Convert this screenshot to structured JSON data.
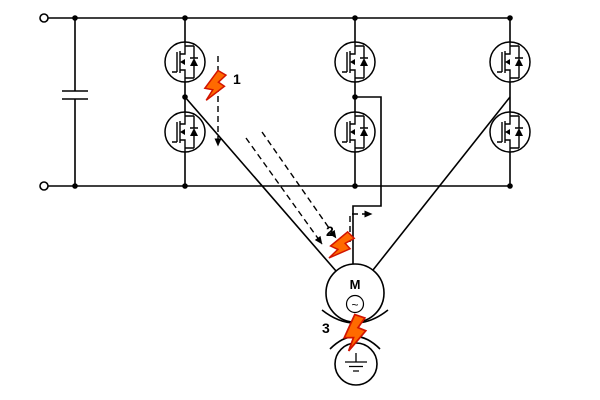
{
  "diagram": {
    "type": "circuit-schematic",
    "description": "Three-phase voltage-source inverter (six MOSFETs with body diodes) fed from a DC-link capacitor driving an AC motor; red lightning bolts mark fault locations 1, 2 and 3, with dashed arrows showing fault-current paths toward the grounded motor bearing.",
    "labels": {
      "fault_1": "1",
      "fault_2": "2",
      "fault_3": "3",
      "motor": "M",
      "motor_ac_symbol": "~"
    },
    "colors": {
      "wire": "#000000",
      "background": "#ffffff",
      "bolt_fill": "#ff6a00",
      "bolt_stroke": "#d21400"
    },
    "components": {
      "dc_terminals": 2,
      "dc_link_capacitor": 1,
      "inverter_legs": 3,
      "transistors_per_leg": 2,
      "motor": "AC motor",
      "ground": "earth ground"
    }
  }
}
